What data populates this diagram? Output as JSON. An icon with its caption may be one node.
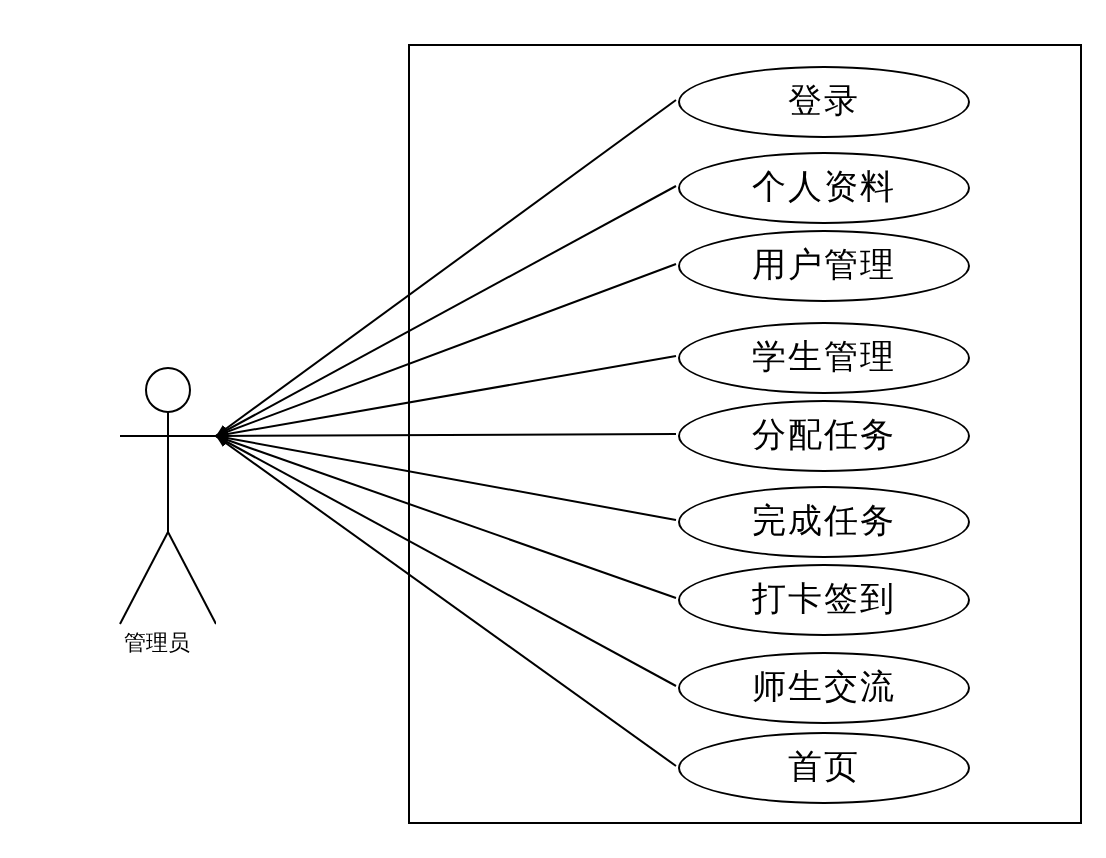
{
  "diagram": {
    "nodes": [
      {
        "text": [
          "管理员"
        ]
      },
      {
        "text": [],
        "shape": "box"
      },
      {
        "text": [
          "登录"
        ],
        "in": 1
      },
      {
        "text": [
          "个人资料"
        ],
        "in": 1
      },
      {
        "text": [
          "用户管理"
        ],
        "in": 1
      },
      {
        "text": [
          "学生管理"
        ],
        "in": 1
      },
      {
        "text": [
          "分配任务"
        ],
        "in": 1
      },
      {
        "text": [
          "完成任务"
        ],
        "in": 1
      },
      {
        "text": [
          "打卡签到"
        ],
        "in": 1
      },
      {
        "text": [
          "师生交流"
        ],
        "in": 1
      },
      {
        "text": [
          "首页"
        ],
        "in": 1
      }
    ],
    "edges": [
      {
        "from": 2,
        "to": 0,
        "arrow": "to"
      },
      {
        "from": 3,
        "to": 0,
        "arrow": "to"
      },
      {
        "from": 4,
        "to": 0,
        "arrow": "to"
      },
      {
        "from": 5,
        "to": 0,
        "arrow": "to"
      },
      {
        "from": 6,
        "to": 0,
        "arrow": "to"
      },
      {
        "from": 7,
        "to": 0,
        "arrow": "to"
      },
      {
        "from": 8,
        "to": 0,
        "arrow": "to"
      },
      {
        "from": 9,
        "to": 0,
        "arrow": "to"
      },
      {
        "from": 10,
        "to": 0,
        "arrow": "to"
      }
    ]
  }
}
